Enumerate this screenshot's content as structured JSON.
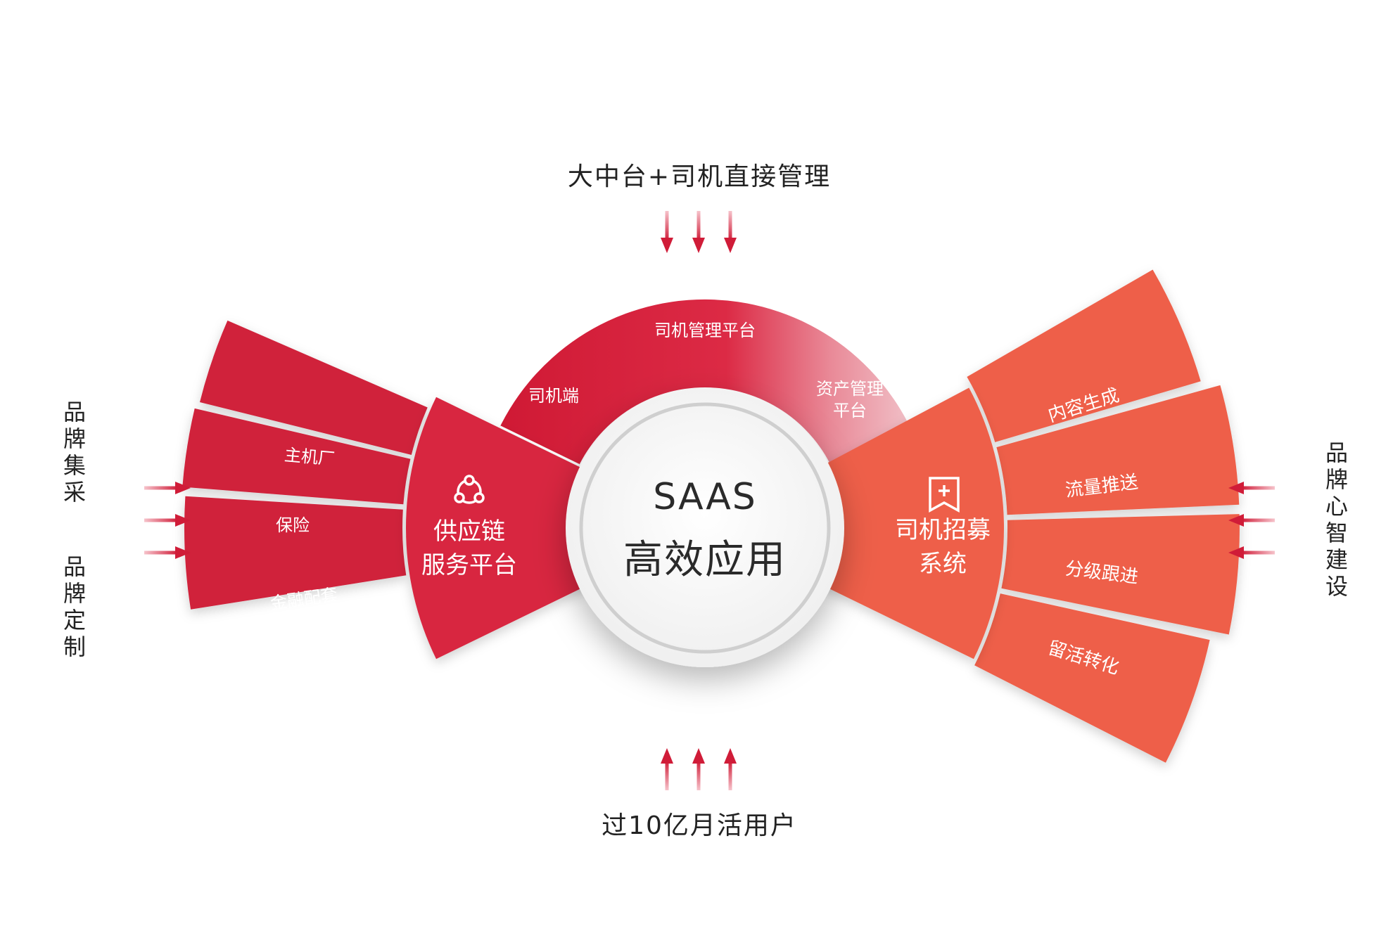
{
  "top": {
    "label": "大中台+司机直接管理"
  },
  "bottom": {
    "label": "过10亿月活用户"
  },
  "left_side": {
    "labels": [
      "品牌集采",
      "品牌定制"
    ]
  },
  "right_side": {
    "labels": [
      "品牌心智建设"
    ]
  },
  "center": {
    "line1": "SAAS",
    "line2": "高效应用"
  },
  "top_arc": {
    "title": "司机管理平台",
    "left_item": "司机端",
    "right_item_line1": "资产管理",
    "right_item_line2": "平台"
  },
  "left_inner": {
    "icon": "network-nodes-icon",
    "line1": "供应链",
    "line2": "服务平台"
  },
  "left_outer": {
    "items": [
      "主机厂",
      "保险",
      "金融配套"
    ]
  },
  "right_inner": {
    "icon": "recruit-flag-icon",
    "line1": "司机招募",
    "line2": "系统"
  },
  "right_outer": {
    "items": [
      "内容生成",
      "流量推送",
      "分级跟进",
      "留活转化"
    ]
  },
  "colors": {
    "red_main": "#d8203a",
    "red_dark": "#c61732",
    "orange_main": "#ee5f48",
    "orange_dark": "#e65240",
    "text_dark": "#222222",
    "white": "#ffffff"
  }
}
